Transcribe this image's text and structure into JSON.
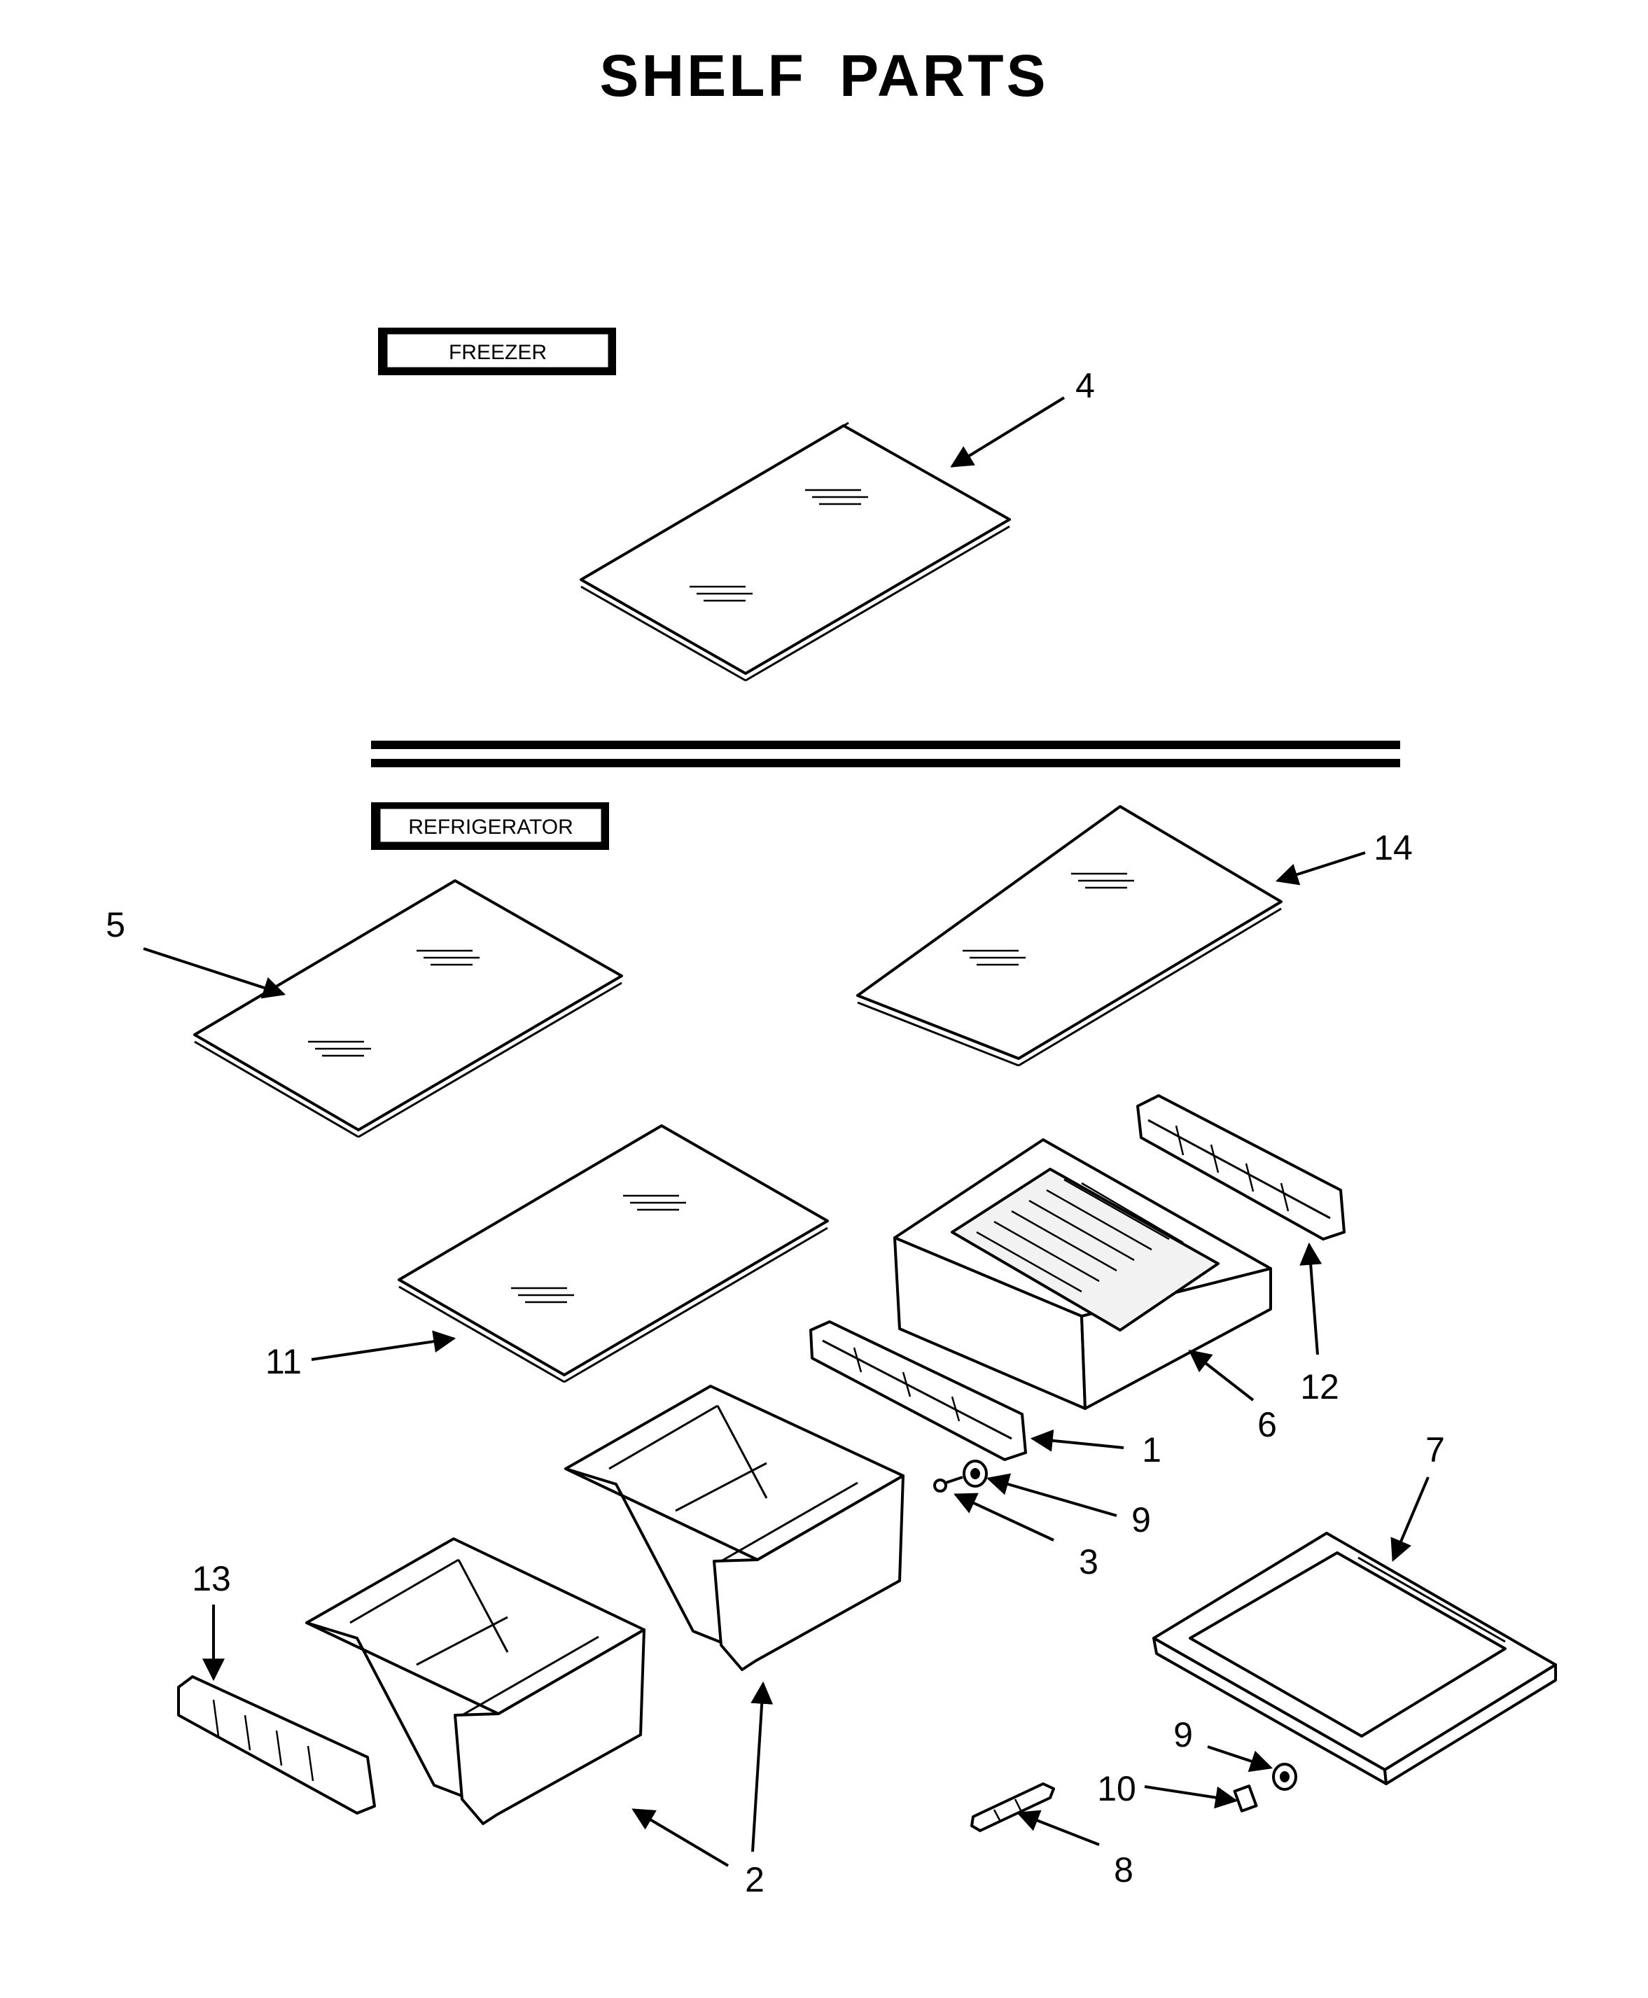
{
  "title": "SHELF PARTS",
  "sections": {
    "freezer": "FREEZER",
    "refrigerator": "REFRIGERATOR"
  },
  "callouts": {
    "c4": "4",
    "c14": "14",
    "c5": "5",
    "c11": "11",
    "c12": "12",
    "c6": "6",
    "c1": "1",
    "c9a": "9",
    "c3": "3",
    "c7": "7",
    "c13": "13",
    "c2": "2",
    "c9b": "9",
    "c10": "10",
    "c8": "8"
  }
}
